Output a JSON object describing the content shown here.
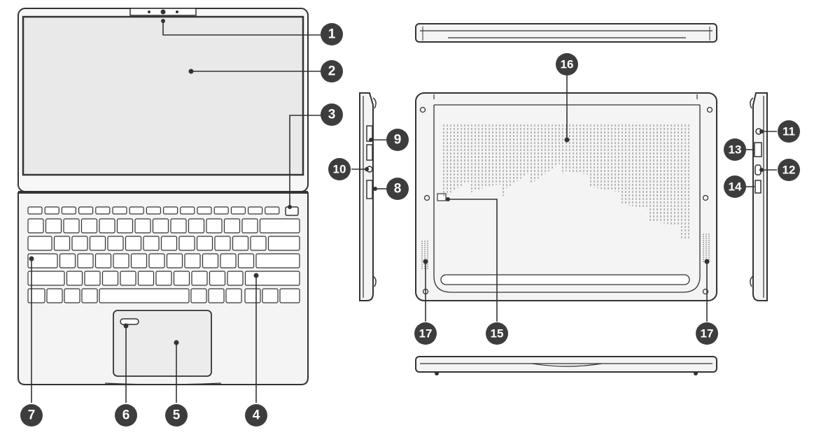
{
  "callouts": [
    {
      "id": "1",
      "label": "1"
    },
    {
      "id": "2",
      "label": "2"
    },
    {
      "id": "3",
      "label": "3"
    },
    {
      "id": "4",
      "label": "4"
    },
    {
      "id": "5",
      "label": "5"
    },
    {
      "id": "6",
      "label": "6"
    },
    {
      "id": "7",
      "label": "7"
    },
    {
      "id": "8",
      "label": "8"
    },
    {
      "id": "9",
      "label": "9"
    },
    {
      "id": "10",
      "label": "10"
    },
    {
      "id": "11",
      "label": "11"
    },
    {
      "id": "12",
      "label": "12"
    },
    {
      "id": "13",
      "label": "13"
    },
    {
      "id": "14",
      "label": "14"
    },
    {
      "id": "15",
      "label": "15"
    },
    {
      "id": "16",
      "label": "16"
    },
    {
      "id": "17a",
      "label": "17"
    },
    {
      "id": "17b",
      "label": "17"
    }
  ],
  "colors": {
    "line": "#333333",
    "callout_fill": "#3d3d3d",
    "screen_fill": "#e9e9e9",
    "body_fill": "#f4f4f4",
    "vent_color": "#9a9a9a"
  }
}
